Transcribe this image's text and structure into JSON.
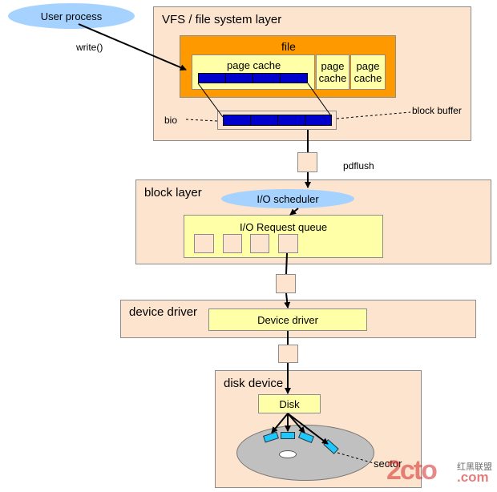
{
  "vfs_layer": {
    "title": "VFS / file system layer",
    "file_label": "file",
    "page_cache_main": "page cache",
    "page_cache_1": "page\ncache",
    "page_cache_2": "page\ncache",
    "bio_label": "bio",
    "block_buffer_label": "block buffer"
  },
  "user": {
    "process_label": "User process",
    "write_label": "write()"
  },
  "pdflush_label": "pdflush",
  "block_layer": {
    "title": "block layer",
    "scheduler_label": "I/O scheduler",
    "queue_label": "I/O Request queue"
  },
  "device_driver_layer": {
    "title": "device driver",
    "box_label": "Device driver"
  },
  "disk_layer": {
    "title": "disk device",
    "disk_label": "Disk",
    "sector_label": "sector"
  },
  "watermark": {
    "brand": "2cto",
    "suffix": ".com",
    "cn": "红黑联盟"
  },
  "colors": {
    "layer_fill": "#fde4cf",
    "file_fill": "#ff9900",
    "page_cache_fill": "#ffffa8",
    "block_fill": "#0000cc",
    "sector_fill": "#1ec8ff",
    "user_process_fill": "#99ccff",
    "scheduler_fill": "#99ccff"
  }
}
